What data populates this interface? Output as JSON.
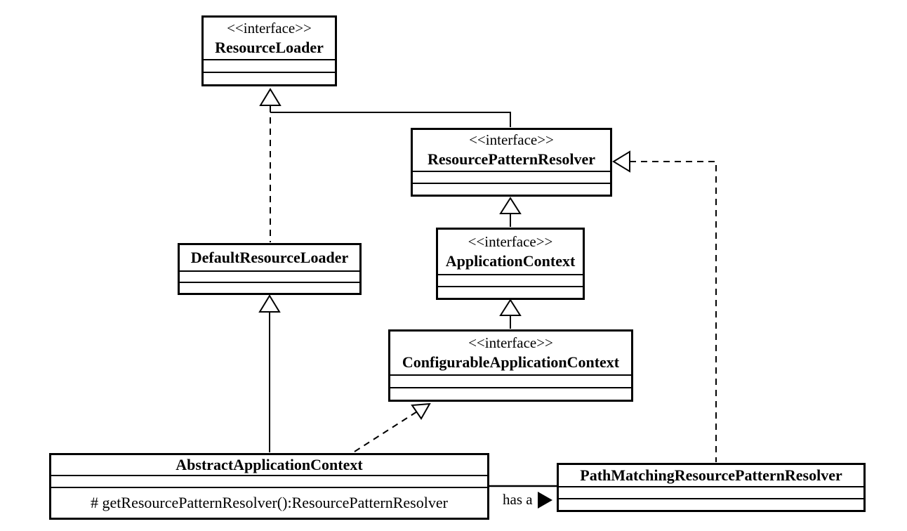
{
  "diagram": {
    "type": "uml-class-diagram",
    "background_color": "#ffffff",
    "line_color": "#000000",
    "classes": [
      {
        "id": "resource-loader",
        "stereotype": "<<interface>>",
        "name": "ResourceLoader",
        "attributes": [],
        "methods": []
      },
      {
        "id": "resource-pattern-resolver",
        "stereotype": "<<interface>>",
        "name": "ResourcePatternResolver",
        "attributes": [],
        "methods": []
      },
      {
        "id": "default-resource-loader",
        "stereotype": "",
        "name": "DefaultResourceLoader",
        "attributes": [],
        "methods": []
      },
      {
        "id": "application-context",
        "stereotype": "<<interface>>",
        "name": "ApplicationContext",
        "attributes": [],
        "methods": []
      },
      {
        "id": "configurable-application-context",
        "stereotype": "<<interface>>",
        "name": "ConfigurableApplicationContext",
        "attributes": [],
        "methods": []
      },
      {
        "id": "abstract-application-context",
        "stereotype": "",
        "name": "AbstractApplicationContext",
        "attributes": [],
        "method": "# getResourcePatternResolver():ResourcePatternResolver"
      },
      {
        "id": "path-matching-resource-pattern-resolver",
        "stereotype": "",
        "name": "PathMatchingResourcePatternResolver",
        "attributes": [],
        "methods": []
      }
    ],
    "relationships": [
      {
        "from": "DefaultResourceLoader",
        "to": "ResourceLoader",
        "type": "realization-dashed"
      },
      {
        "from": "ResourcePatternResolver",
        "to": "ResourceLoader",
        "type": "generalization-solid"
      },
      {
        "from": "ApplicationContext",
        "to": "ResourcePatternResolver",
        "type": "generalization-solid"
      },
      {
        "from": "ConfigurableApplicationContext",
        "to": "ApplicationContext",
        "type": "generalization-solid"
      },
      {
        "from": "AbstractApplicationContext",
        "to": "ConfigurableApplicationContext",
        "type": "realization-dashed"
      },
      {
        "from": "AbstractApplicationContext",
        "to": "DefaultResourceLoader",
        "type": "generalization-solid"
      },
      {
        "from": "PathMatchingResourcePatternResolver",
        "to": "ResourcePatternResolver",
        "type": "realization-dashed"
      },
      {
        "from": "AbstractApplicationContext",
        "to": "PathMatchingResourcePatternResolver",
        "type": "association",
        "label": "has a"
      }
    ],
    "labels": {
      "has_a": "has a"
    }
  }
}
